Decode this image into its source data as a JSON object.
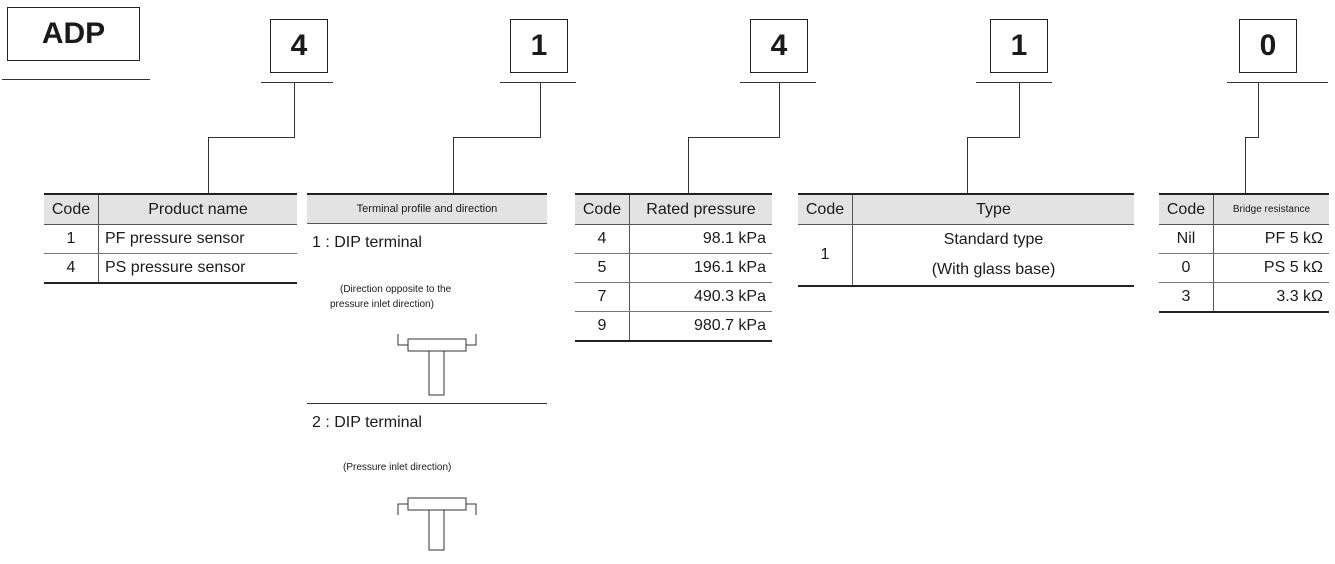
{
  "code_boxes": [
    "ADP",
    "4",
    "1",
    "4",
    "1",
    "0"
  ],
  "product_table": {
    "headers": [
      "Code",
      "Product name"
    ],
    "rows": [
      [
        "1",
        "PF pressure sensor"
      ],
      [
        "4",
        "PS pressure sensor"
      ]
    ]
  },
  "terminal_panel": {
    "header": "Terminal profile and direction",
    "options": [
      {
        "label": "1 : DIP terminal",
        "note_line1": "(Direction opposite to the",
        "note_line2": "pressure inlet direction)",
        "icon": "dip-terminal-opposite-icon"
      },
      {
        "label": "2 : DIP terminal",
        "note_line1": "(Pressure inlet direction)",
        "icon": "dip-terminal-inlet-icon"
      }
    ]
  },
  "pressure_table": {
    "headers": [
      "Code",
      "Rated pressure"
    ],
    "rows": [
      [
        "4",
        "98.1 kPa"
      ],
      [
        "5",
        "196.1 kPa"
      ],
      [
        "7",
        "490.3 kPa"
      ],
      [
        "9",
        "980.7 kPa"
      ]
    ]
  },
  "type_table": {
    "headers": [
      "Code",
      "Type"
    ],
    "code": "1",
    "type_line1": "Standard type",
    "type_line2": "(With glass base)"
  },
  "resistance_table": {
    "headers": [
      "Code",
      "Bridge resistance"
    ],
    "rows": [
      [
        "Nil",
        "PF 5 kΩ"
      ],
      [
        "0",
        "PS 5 kΩ"
      ],
      [
        "3",
        "3.3 kΩ"
      ]
    ]
  }
}
